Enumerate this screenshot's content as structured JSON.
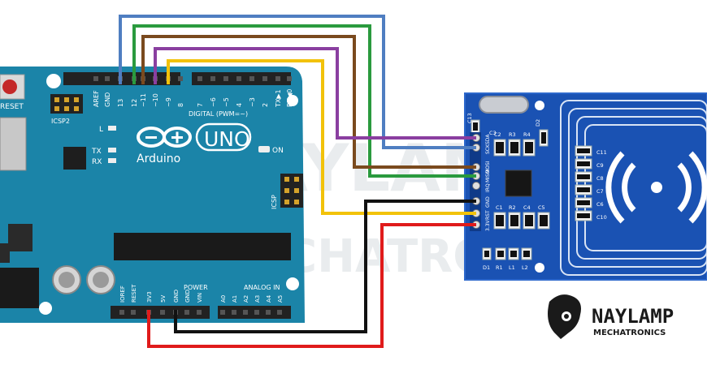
{
  "arduino": {
    "brand": "Arduino",
    "model": "UNO",
    "reset_label": "RESET",
    "icsp2_label": "ICSP2",
    "icsp_label": "ICSP",
    "led_l": "L",
    "led_tx": "TX",
    "led_rx": "RX",
    "on_label": "ON",
    "digital_label": "DIGITAL (PWM=~)",
    "power_label": "POWER",
    "analog_label": "ANALOG IN",
    "top_pins": [
      "AREF",
      "GND",
      "13",
      "12",
      "~11",
      "~10",
      "~9",
      "8",
      "7",
      "~6",
      "~5",
      "4",
      "~3",
      "2",
      "TX▶1",
      "RX◀0"
    ],
    "bottom_pins": [
      "IOREF",
      "RESET",
      "3V3",
      "5V",
      "GND",
      "GND",
      "VIN",
      "A0",
      "A1",
      "A2",
      "A3",
      "A4",
      "A5"
    ]
  },
  "rfid": {
    "pins": [
      "SDA",
      "SCK",
      "MOSI",
      "MISO",
      "IRQ",
      "GND",
      "RST",
      "3.3V"
    ],
    "components": [
      "C13",
      "C2",
      "R3",
      "R4",
      "C3",
      "D2",
      "C1",
      "R2",
      "C4",
      "C5",
      "D1",
      "R1",
      "L1",
      "L2",
      "C11",
      "C9",
      "C8",
      "C7",
      "C6",
      "C10"
    ]
  },
  "logo": {
    "name": "NAYLAMP",
    "tagline": "MECHATRONICS"
  },
  "wires": [
    {
      "color": "#4f7ec1",
      "from": "13",
      "to": "SCK"
    },
    {
      "color": "#2a9a3e",
      "from": "12",
      "to": "MISO"
    },
    {
      "color": "#7a4a1e",
      "from": "~11",
      "to": "MOSI"
    },
    {
      "color": "#8a3fa0",
      "from": "~10",
      "to": "SDA"
    },
    {
      "color": "#f2c20a",
      "from": "~9",
      "to": "RST"
    },
    {
      "color": "#111111",
      "from": "GND",
      "to": "GND"
    },
    {
      "color": "#e01b1b",
      "from": "3V3",
      "to": "3.3V"
    }
  ],
  "colors": {
    "board": "#1b84a8",
    "rfid": "#1a52b3",
    "header": "#222222"
  }
}
